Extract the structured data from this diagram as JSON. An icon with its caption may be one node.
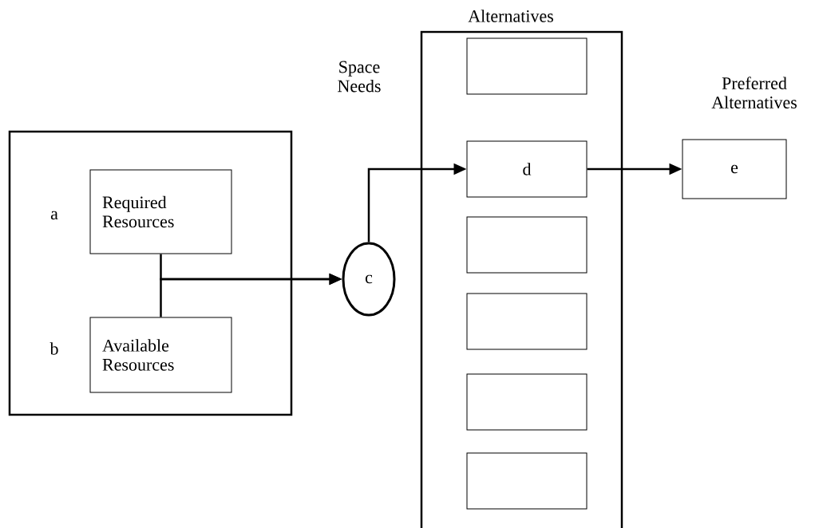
{
  "diagram": {
    "nodes": [
      {
        "text": [],
        "shape": "box"
      },
      {
        "text": [
          "Required Resources"
        ],
        "in": 0,
        "beside": [
          "a"
        ]
      },
      {
        "text": [
          "Available Resources"
        ],
        "in": 0,
        "beside": [
          "b"
        ]
      },
      {
        "text": [
          "c"
        ]
      },
      {
        "text": [
          "Alternatives"
        ]
      },
      {
        "text": [],
        "shape": "box",
        "in": 4
      },
      {
        "text": [
          "d"
        ],
        "in": 4
      },
      {
        "text": [],
        "shape": "box",
        "in": 4
      },
      {
        "text": [],
        "shape": "box",
        "in": 4
      },
      {
        "text": [],
        "shape": "box",
        "in": 4
      },
      {
        "text": [],
        "shape": "box",
        "in": 4
      },
      {
        "text": [
          "Preferred Alternatives",
          "e"
        ]
      }
    ],
    "edges": [
      {
        "from": 1,
        "to": 3,
        "arrow": "to"
      },
      {
        "from": 2,
        "to": 3,
        "arrow": "to"
      },
      {
        "from": 3,
        "to": 6,
        "arrow": "to"
      },
      {
        "from": 6,
        "to": 11,
        "arrow": "to"
      }
    ],
    "labels": [
      "Space Needs"
    ]
  }
}
